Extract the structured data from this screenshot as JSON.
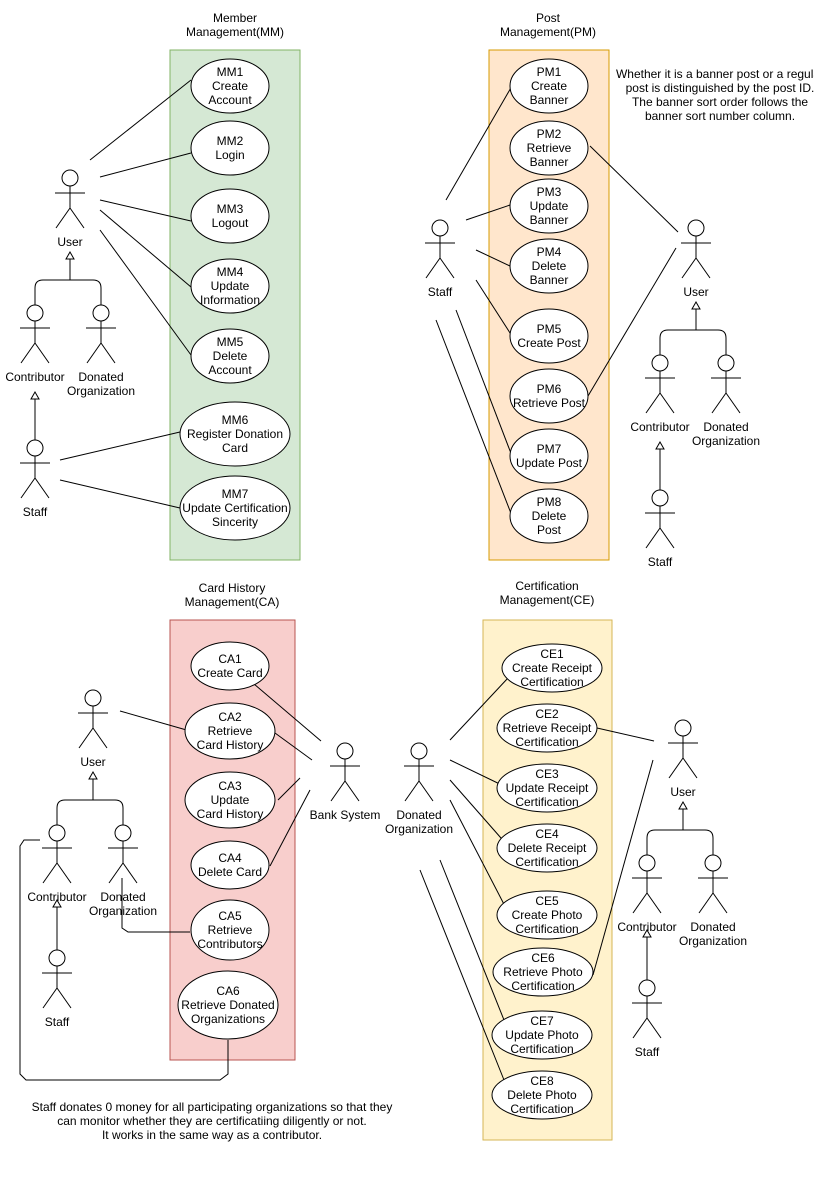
{
  "sections": {
    "mm": {
      "title": [
        "Member",
        "Management(MM)"
      ],
      "fill": "#d5e8d4",
      "stroke": "#82b366",
      "usecases": {
        "mm1": [
          "MM1",
          "Create",
          "Account"
        ],
        "mm2": [
          "MM2",
          "Login"
        ],
        "mm3": [
          "MM3",
          "Logout"
        ],
        "mm4": [
          "MM4",
          "Update",
          "Information"
        ],
        "mm5": [
          "MM5",
          "Delete",
          "Account"
        ],
        "mm6": [
          "MM6",
          "Register Donation",
          "Card"
        ],
        "mm7": [
          "MM7",
          "Update Certification",
          "Sincerity"
        ]
      },
      "actors": {
        "user": "User",
        "contributor": "Contributor",
        "donated": [
          "Donated",
          "Organization"
        ],
        "staff": "Staff"
      }
    },
    "pm": {
      "title": [
        "Post",
        "Management(PM)"
      ],
      "fill": "#ffe6cc",
      "stroke": "#d79b00",
      "usecases": {
        "pm1": [
          "PM1",
          "Create",
          "Banner"
        ],
        "pm2": [
          "PM2",
          "Retrieve",
          "Banner"
        ],
        "pm3": [
          "PM3",
          "Update",
          "Banner"
        ],
        "pm4": [
          "PM4",
          "Delete",
          "Banner"
        ],
        "pm5": [
          "PM5",
          "Create Post"
        ],
        "pm6": [
          "PM6",
          "Retrieve Post"
        ],
        "pm7": [
          "PM7",
          "Update Post"
        ],
        "pm8": [
          "PM8",
          "Delete",
          "Post"
        ]
      },
      "actors": {
        "staff": "Staff",
        "user": "User",
        "contributor": "Contributor",
        "donated": [
          "Donated",
          "Organization"
        ],
        "staff2": "Staff"
      },
      "note": [
        "Whether it is a banner post or a regular",
        "post is distinguished by the post ID.",
        "",
        "The banner sort order follows the",
        "banner sort number column."
      ]
    },
    "ca": {
      "title": [
        "Card History",
        "Management(CA)"
      ],
      "fill": "#f8cecc",
      "stroke": "#b85450",
      "usecases": {
        "ca1": [
          "CA1",
          "Create Card"
        ],
        "ca2": [
          "CA2",
          "Retrieve",
          "Card History"
        ],
        "ca3": [
          "CA3",
          "Update",
          "Card History"
        ],
        "ca4": [
          "CA4",
          "Delete Card"
        ],
        "ca5": [
          "CA5",
          "Retrieve",
          "Contributors"
        ],
        "ca6": [
          "CA6",
          "Retrieve Donated",
          "Organizations"
        ]
      },
      "actors": {
        "user": "User",
        "contributor": "Contributor",
        "donated": [
          "Donated",
          "Organization"
        ],
        "staff": "Staff",
        "bank": "Bank System"
      },
      "note": [
        "Staff donates 0 money for all participating organizations so that they",
        "can monitor whether they are certificatiing diligently or not.",
        "It works in the same way as a contributor."
      ]
    },
    "ce": {
      "title": [
        "Certification",
        "Management(CE)"
      ],
      "fill": "#fff2cc",
      "stroke": "#d6b656",
      "usecases": {
        "ce1": [
          "CE1",
          "Create Receipt",
          "Certification"
        ],
        "ce2": [
          "CE2",
          "Retrieve Receipt",
          "Certification"
        ],
        "ce3": [
          "CE3",
          "Update Receipt",
          "Certification"
        ],
        "ce4": [
          "CE4",
          "Delete Receipt",
          "Certification"
        ],
        "ce5": [
          "CE5",
          "Create Photo",
          "Certification"
        ],
        "ce6": [
          "CE6",
          "Retrieve Photo",
          "Certification"
        ],
        "ce7": [
          "CE7",
          "Update Photo",
          "Certification"
        ],
        "ce8": [
          "CE8",
          "Delete Photo",
          "Certification"
        ]
      },
      "actors": {
        "donated": [
          "Donated",
          "Organization"
        ],
        "user": "User",
        "contributor": "Contributor",
        "donated2": [
          "Donated",
          "Organization"
        ],
        "staff": "Staff"
      }
    }
  }
}
